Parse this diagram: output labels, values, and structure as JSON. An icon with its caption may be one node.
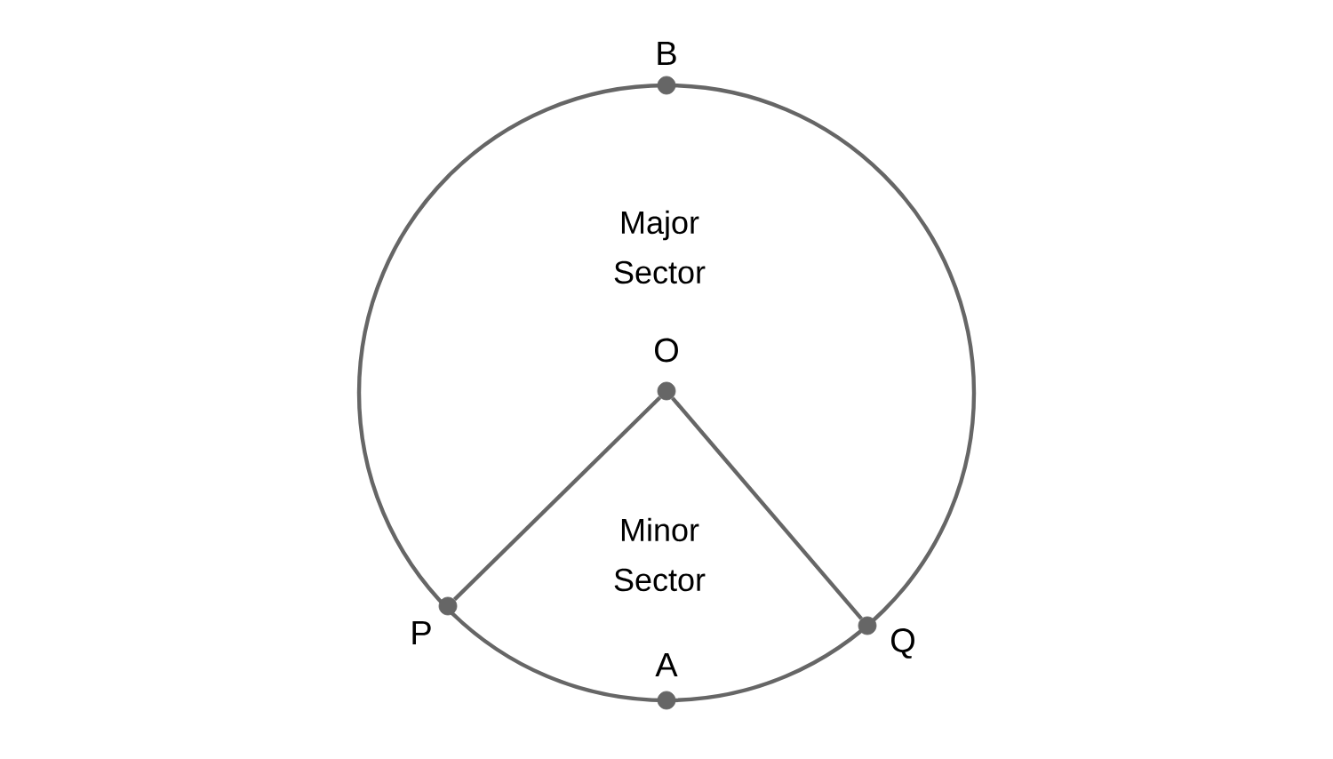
{
  "diagram": {
    "nodes": [
      {
        "text": [],
        "shape": "circle",
        "beside": [
          "B"
        ]
      },
      {
        "text": [],
        "shape": "circle",
        "beside": [
          "O"
        ]
      },
      {
        "text": [],
        "shape": "circle",
        "beside": [
          "P"
        ]
      },
      {
        "text": [],
        "shape": "circle",
        "beside": [
          "Q"
        ]
      },
      {
        "text": [],
        "shape": "circle",
        "beside": [
          "A"
        ]
      }
    ],
    "edges": [
      {
        "from": 1,
        "to": 2,
        "arrow": "none"
      },
      {
        "from": 1,
        "to": 3,
        "arrow": "none"
      }
    ],
    "labels": [
      "Major Sector",
      "Minor Sector"
    ]
  }
}
